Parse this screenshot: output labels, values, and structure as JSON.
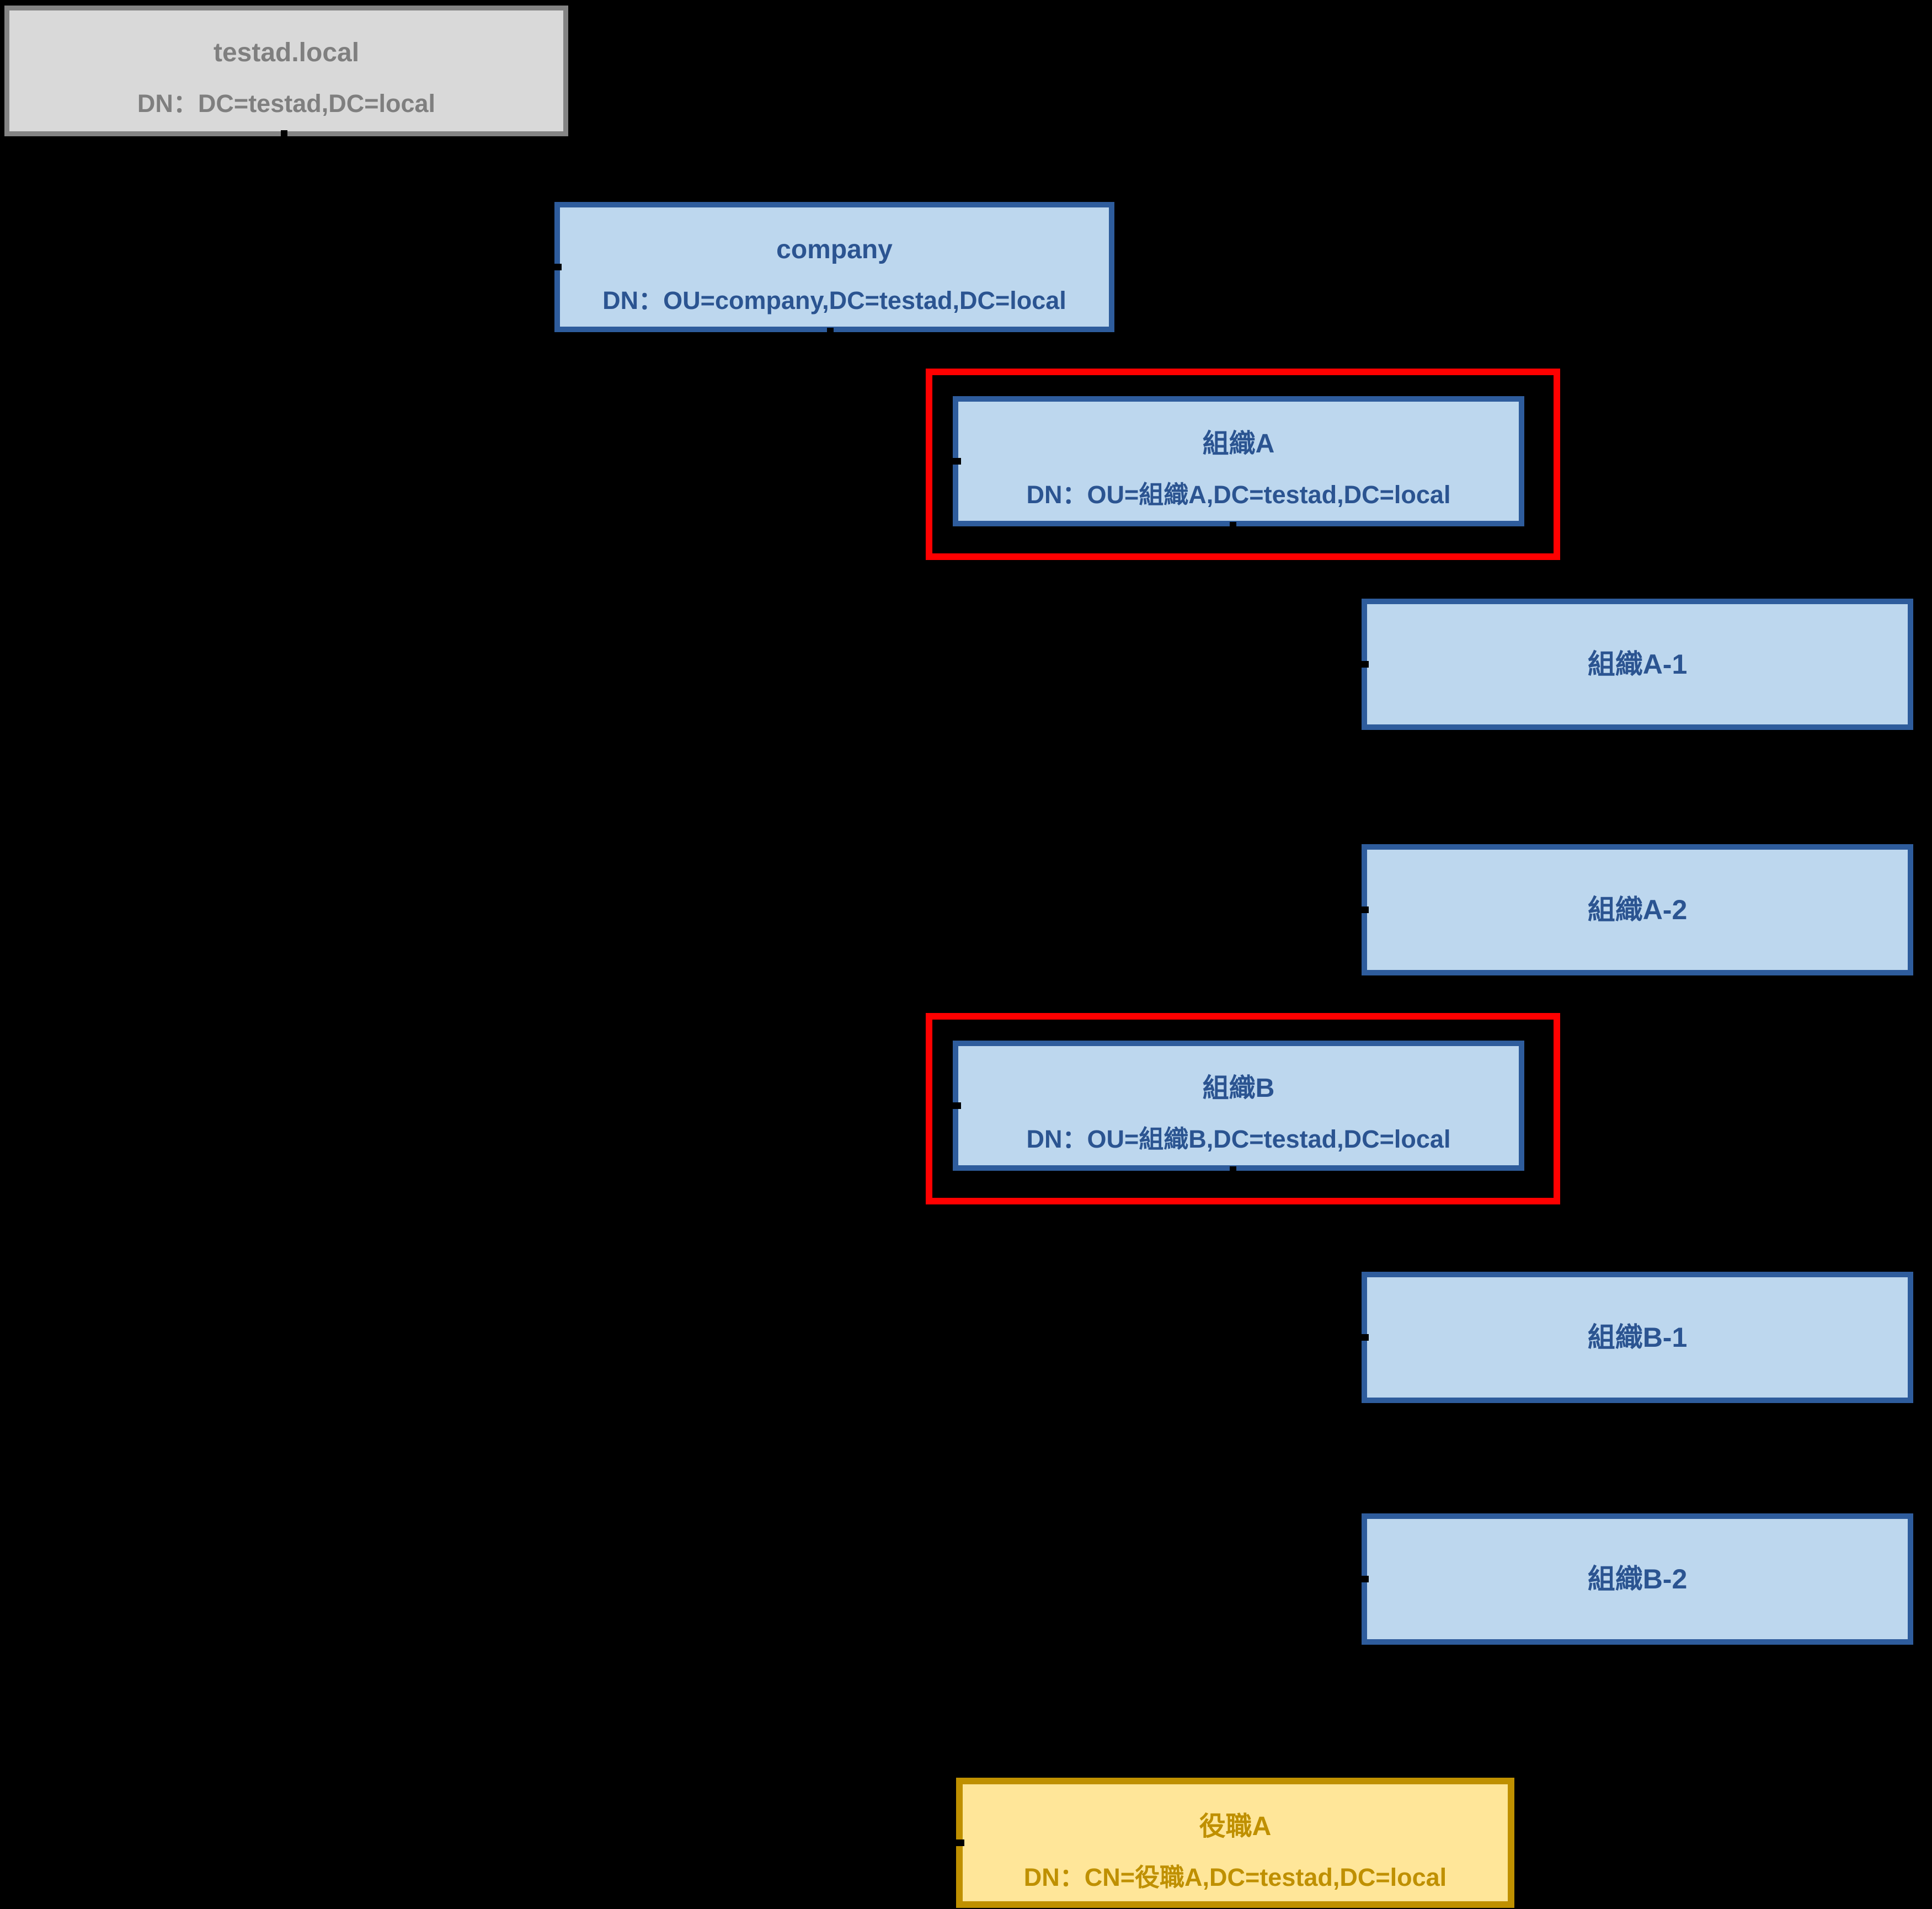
{
  "diagram": {
    "nodes": {
      "root": {
        "label": "testad.local",
        "dn": "DN：DC=testad,DC=local"
      },
      "company": {
        "label": "company",
        "dn": "DN：OU=company,DC=testad,DC=local"
      },
      "org_a": {
        "label": "組織A",
        "dn": "DN：OU=組織A,DC=testad,DC=local"
      },
      "org_a1": {
        "label": "組織A-1"
      },
      "org_a2": {
        "label": "組織A-2"
      },
      "org_b": {
        "label": "組織B",
        "dn": "DN：OU=組織B,DC=testad,DC=local"
      },
      "org_b1": {
        "label": "組織B-1"
      },
      "org_b2": {
        "label": "組織B-2"
      },
      "role_a": {
        "label": "役職A",
        "dn": "DN：CN=役職A,DC=testad,DC=local"
      }
    },
    "colors": {
      "background": "#000000",
      "ou_fill": "#BDD7EE",
      "ou_border": "#2E5C9C",
      "ou_text": "#2B5491",
      "root_fill": "#D9D9D9",
      "root_border": "#848484",
      "root_text": "#7F7F7F",
      "role_fill": "#FFE699",
      "role_border": "#BF9000",
      "role_text": "#BF9000",
      "highlight": "#FF0000",
      "connector": "#000000"
    }
  }
}
